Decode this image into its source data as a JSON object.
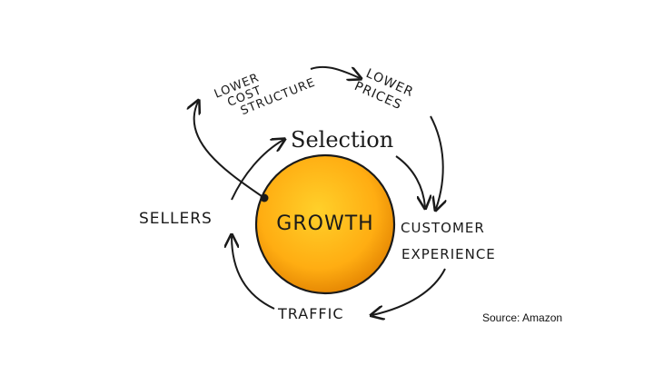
{
  "diagram": {
    "center_label": "GROWTH",
    "nodes": {
      "lower_cost": [
        "LOWER",
        "COST",
        "STRUCTURE"
      ],
      "lower_prices": [
        "LOWER",
        "PRICES"
      ],
      "selection": "Selection",
      "customer_experience": [
        "CUSTOMER",
        "EXPERIENCE"
      ],
      "traffic": "TRAFFIC",
      "sellers": "SELLERS"
    }
  },
  "source": "Source: Amazon",
  "colors": {
    "circle_inner": "#ffc21c",
    "circle_outer": "#e08400",
    "ink": "#1a1a1a"
  }
}
